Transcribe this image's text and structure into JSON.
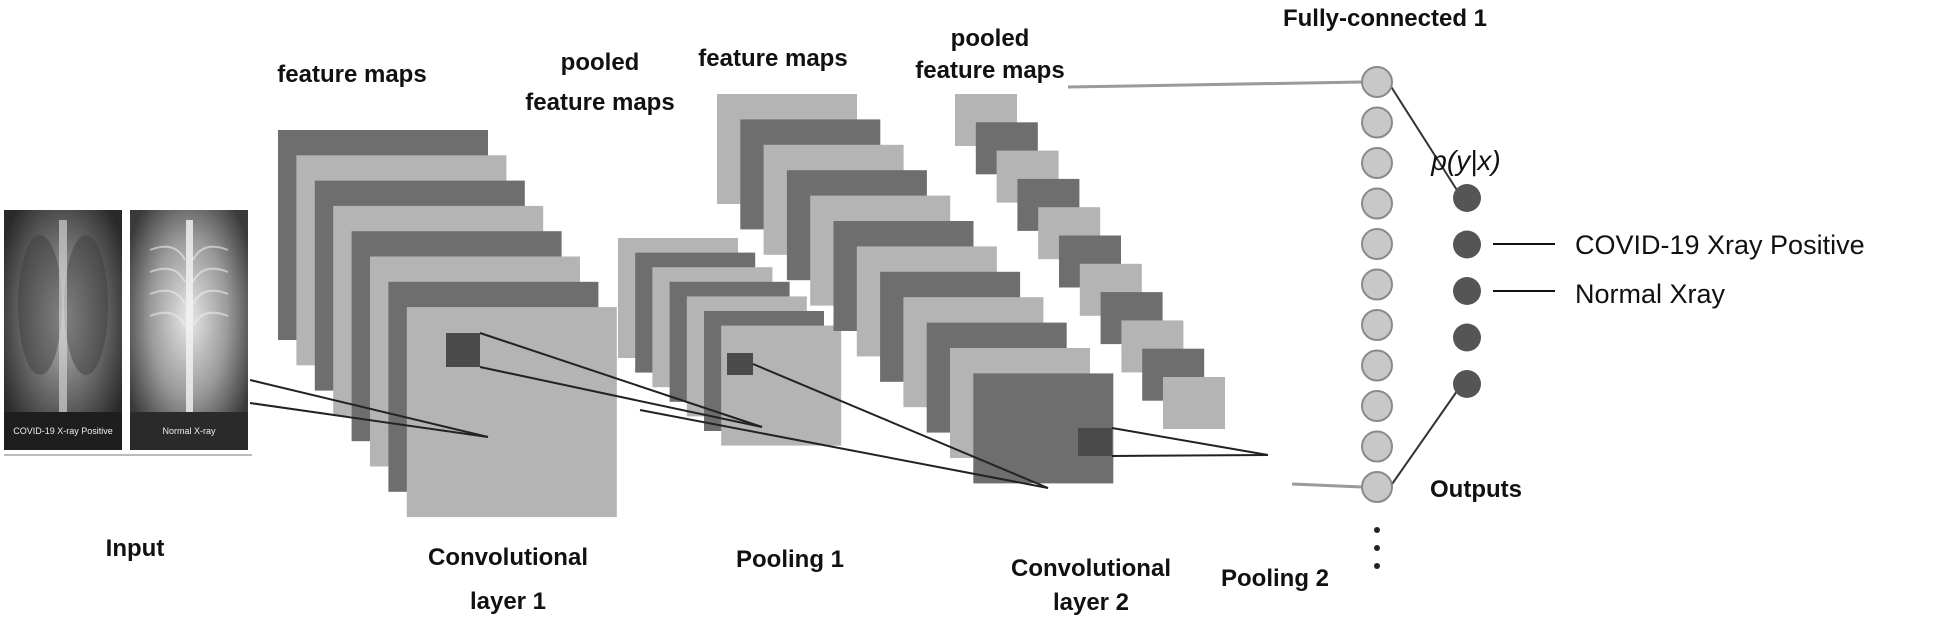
{
  "labels": {
    "input": "Input",
    "fm1": "feature maps",
    "pfm1_line1": "pooled",
    "pfm1_line2": "feature maps",
    "fm2": "feature maps",
    "pfm2_line1": "pooled",
    "pfm2_line2": "feature maps",
    "fc1": "Fully-connected 1",
    "conv1_line1": "Convolutional",
    "conv1_line2": "layer 1",
    "pool1": "Pooling 1",
    "conv2_line1": "Convolutional",
    "conv2_line2": "layer 2",
    "pool2": "Pooling 2",
    "outputs": "Outputs",
    "prob": "p(y|x)",
    "class_positive": "COVID-19 Xray Positive",
    "class_normal": "Normal Xray"
  },
  "thumbnails": {
    "left_caption": "COVID-19 X-ray Positive",
    "right_caption": "Normal X-ray"
  },
  "fc_node_count": 11,
  "output_node_count": 5,
  "colors": {
    "dark_map": "#6e6e6e",
    "light_map": "#b4b4b4",
    "node_fill": "#c8c8c8",
    "node_stroke": "#8a8a8a",
    "output_node": "#555555",
    "line": "#222222"
  }
}
